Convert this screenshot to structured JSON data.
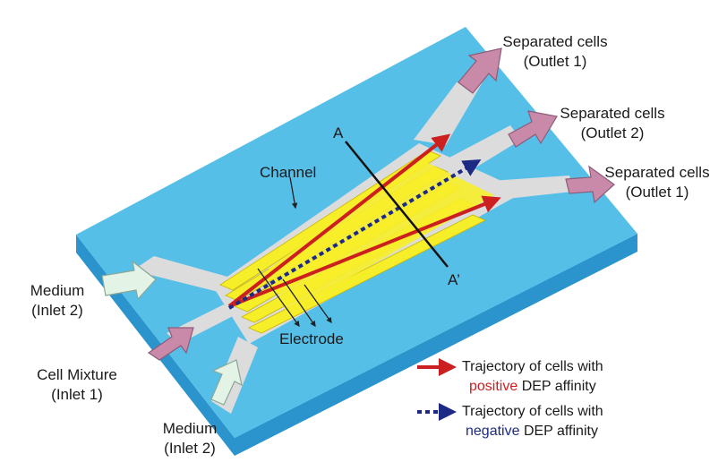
{
  "labels": {
    "outlet_top_line1": "Separated cells",
    "outlet_top_line2": "(Outlet 1)",
    "outlet_mid_line1": "Separated cells",
    "outlet_mid_line2": "(Outlet 2)",
    "outlet_right_line1": "Separated cells",
    "outlet_right_line2": "(Outlet 1)",
    "channel": "Channel",
    "electrode": "Electrode",
    "section_start": "A",
    "section_end": "A’",
    "inlet_upper_line1": "Medium",
    "inlet_upper_line2": "(Inlet 2)",
    "inlet_cell_line1": "Cell Mixture",
    "inlet_cell_line2": "(Inlet 1)",
    "inlet_lower_line1": "Medium",
    "inlet_lower_line2": "(Inlet 2)"
  },
  "legend": {
    "positive_line1": "Trajectory of cells with",
    "positive_highlight": "positive",
    "positive_rest": " DEP affinity",
    "negative_line1": "Trajectory of cells with",
    "negative_highlight": "negative",
    "negative_rest": " DEP affinity"
  },
  "colors": {
    "chip_top": "#56bfe8",
    "chip_side": "#2b94cc",
    "channel": "#dcdcdc",
    "electrode": "#f7ee2a",
    "positive_trajectory": "#cc1f1f",
    "negative_trajectory": "#1c2a86",
    "inlet_medium_arrow": "#e3f4e6",
    "inlet_cell_arrow": "#c98aaa",
    "outlet_arrow": "#c98aaa"
  }
}
